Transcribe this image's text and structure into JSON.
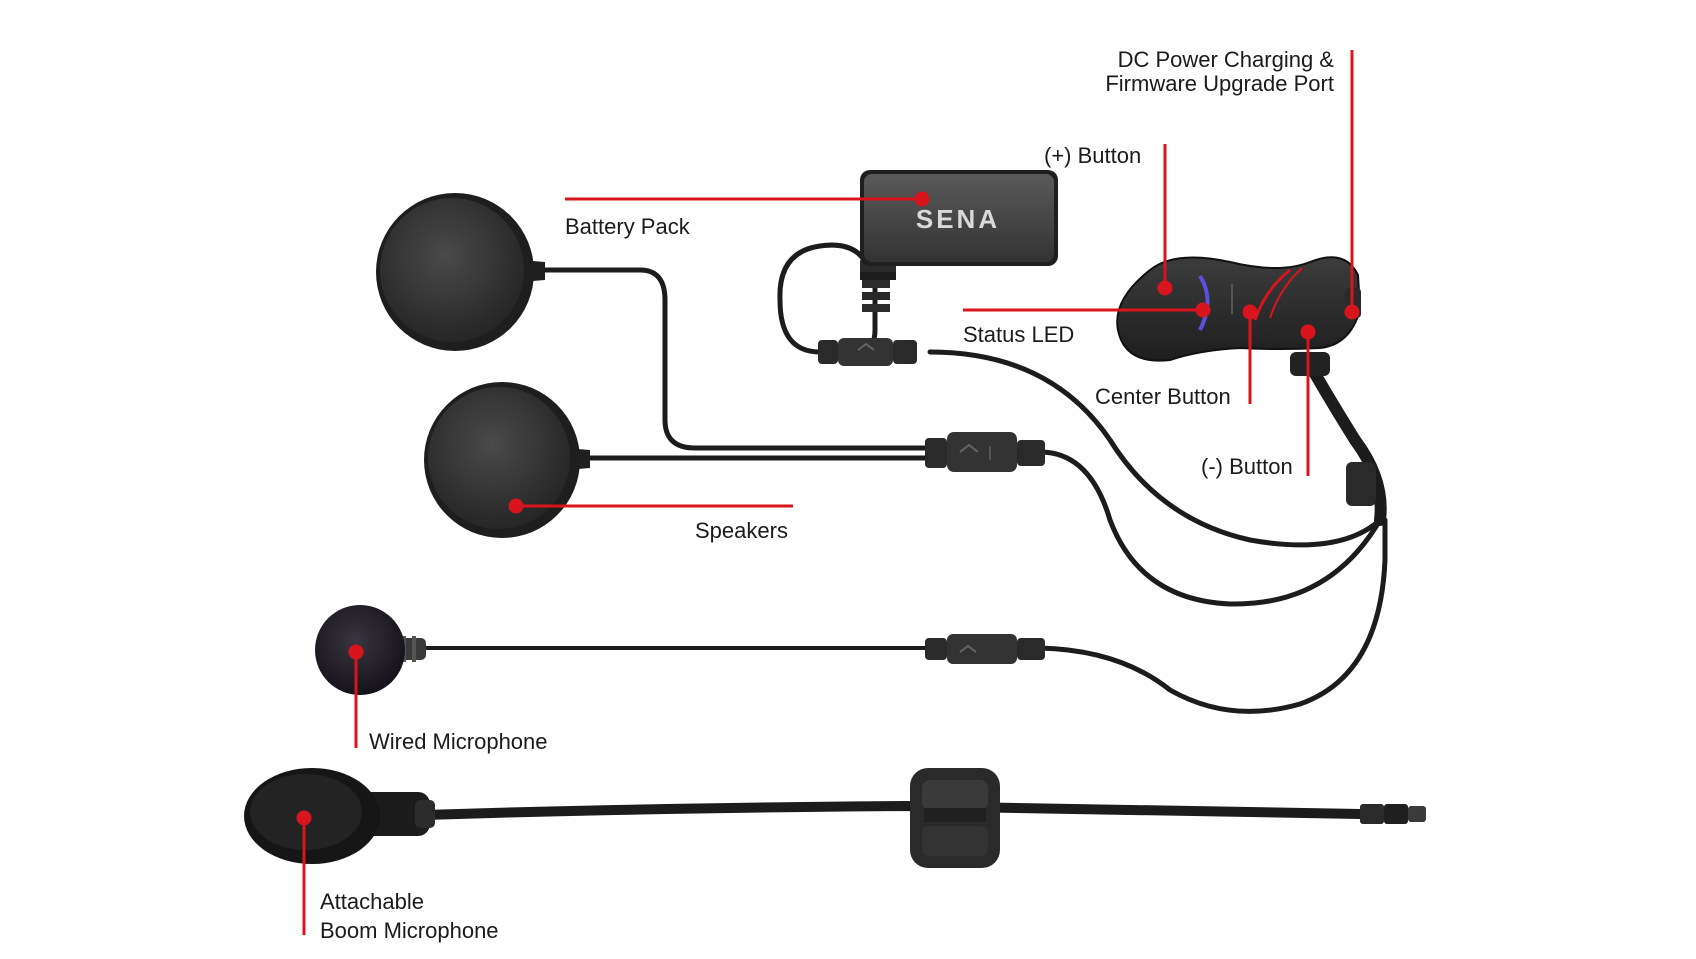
{
  "brand": "SENA",
  "colors": {
    "callout": "#d8141d",
    "device": "#2b2b2b",
    "cable": "#1c1c1c",
    "led_blue": "#5b4fe0",
    "led_red": "#d8141d"
  },
  "labels": {
    "dc_port_line1": "DC Power Charging &",
    "dc_port_line2": "Firmware Upgrade Port",
    "plus_button": "(+) Button",
    "battery_pack": "Battery Pack",
    "status_led": "Status LED",
    "center_button": "Center Button",
    "minus_button": "(-) Button",
    "speakers": "Speakers",
    "wired_microphone": "Wired Microphone",
    "boom_line1": "Attachable",
    "boom_line2": "Boom Microphone"
  }
}
